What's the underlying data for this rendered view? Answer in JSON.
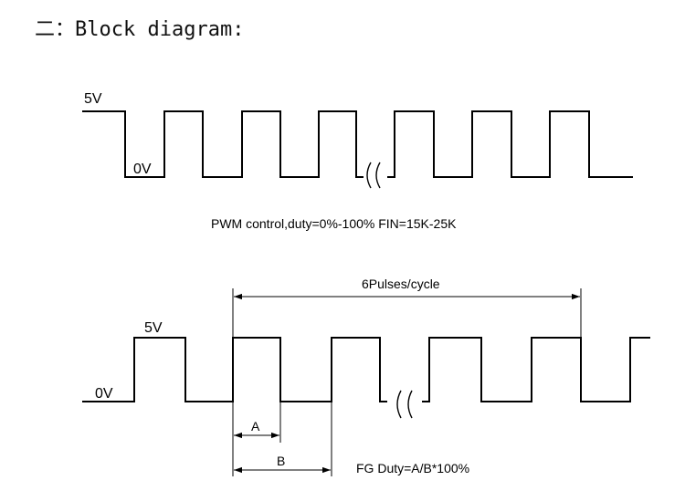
{
  "heading": {
    "prefix": "二",
    "text": "：Block diagram:"
  },
  "pwm": {
    "high_label": "5V",
    "low_label": "0V",
    "caption": "PWM control,duty=0%-100%  FIN=15K-25K"
  },
  "fg": {
    "high_label": "5V",
    "low_label": "0V",
    "pulses_label": "6Pulses/cycle",
    "a_label": "A",
    "b_label": "B",
    "caption": "FG Duty=A/B*100%"
  }
}
